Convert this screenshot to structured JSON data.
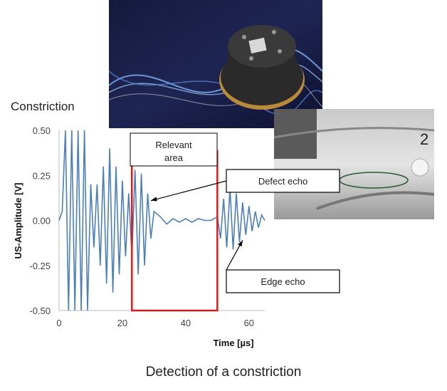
{
  "figure": {
    "top_label": "Constriction",
    "caption": "Detection of a constriction"
  },
  "images": [
    {
      "name": "ultrasonic-sensor-photo",
      "icon": "sensor-with-wave-graphic"
    },
    {
      "name": "part-photo",
      "icon": "metal-part-with-marked-area",
      "text": "2"
    }
  ],
  "chart_data": {
    "type": "line",
    "title": "",
    "xlabel": "Time [µs]",
    "ylabel": "US-Amplitude [V]",
    "xlim": [
      0,
      65
    ],
    "ylim": [
      -0.5,
      0.5
    ],
    "x_ticks": [
      0,
      20,
      40,
      60
    ],
    "y_ticks": [
      0.5,
      0.25,
      0.0,
      -0.25,
      -0.5
    ],
    "y_tick_labels": [
      "0.50",
      "0.25",
      "0.00",
      "-0.25",
      "-0.50"
    ],
    "grid": false,
    "colors": {
      "signal": "#4a7fb8",
      "relevant_area": "#e01b1b"
    },
    "series": [
      {
        "x": [
          0,
          1,
          2,
          3,
          4,
          5,
          6,
          7,
          8,
          9,
          10,
          11,
          12,
          13,
          14,
          15,
          16,
          17,
          18,
          19,
          20,
          21,
          22,
          23,
          24,
          25,
          26,
          27,
          28,
          29,
          30,
          32,
          34,
          36,
          38,
          40,
          42,
          44,
          46,
          48,
          50,
          51,
          52,
          53,
          54,
          55,
          56,
          57,
          58,
          59,
          60,
          61,
          62,
          63,
          64,
          65
        ],
        "y": [
          0,
          0.05,
          0.5,
          -0.5,
          0.5,
          -0.5,
          0.5,
          -0.5,
          0.5,
          -0.5,
          0.2,
          -0.15,
          0.2,
          -0.25,
          0.3,
          -0.35,
          0.4,
          -0.4,
          0.3,
          -0.3,
          0.22,
          -0.2,
          0.15,
          -0.2,
          0.28,
          -0.3,
          0.26,
          -0.25,
          0.15,
          -0.1,
          0.05,
          0.02,
          -0.02,
          0.01,
          -0.01,
          0.01,
          -0.01,
          0.01,
          0,
          0,
          0.02,
          -0.1,
          0.12,
          -0.15,
          0.18,
          -0.16,
          0.15,
          -0.12,
          0.1,
          -0.08,
          0.08,
          -0.06,
          0.05,
          -0.04,
          0.03,
          0
        ]
      }
    ],
    "relevant_area": {
      "x_start": 23,
      "x_end": 50,
      "label": "Relevant area"
    },
    "annotations": [
      {
        "text": "Defect echo",
        "x": 29,
        "y": 0.11
      },
      {
        "text": "Edge echo",
        "x": 58,
        "y": -0.11
      }
    ]
  }
}
